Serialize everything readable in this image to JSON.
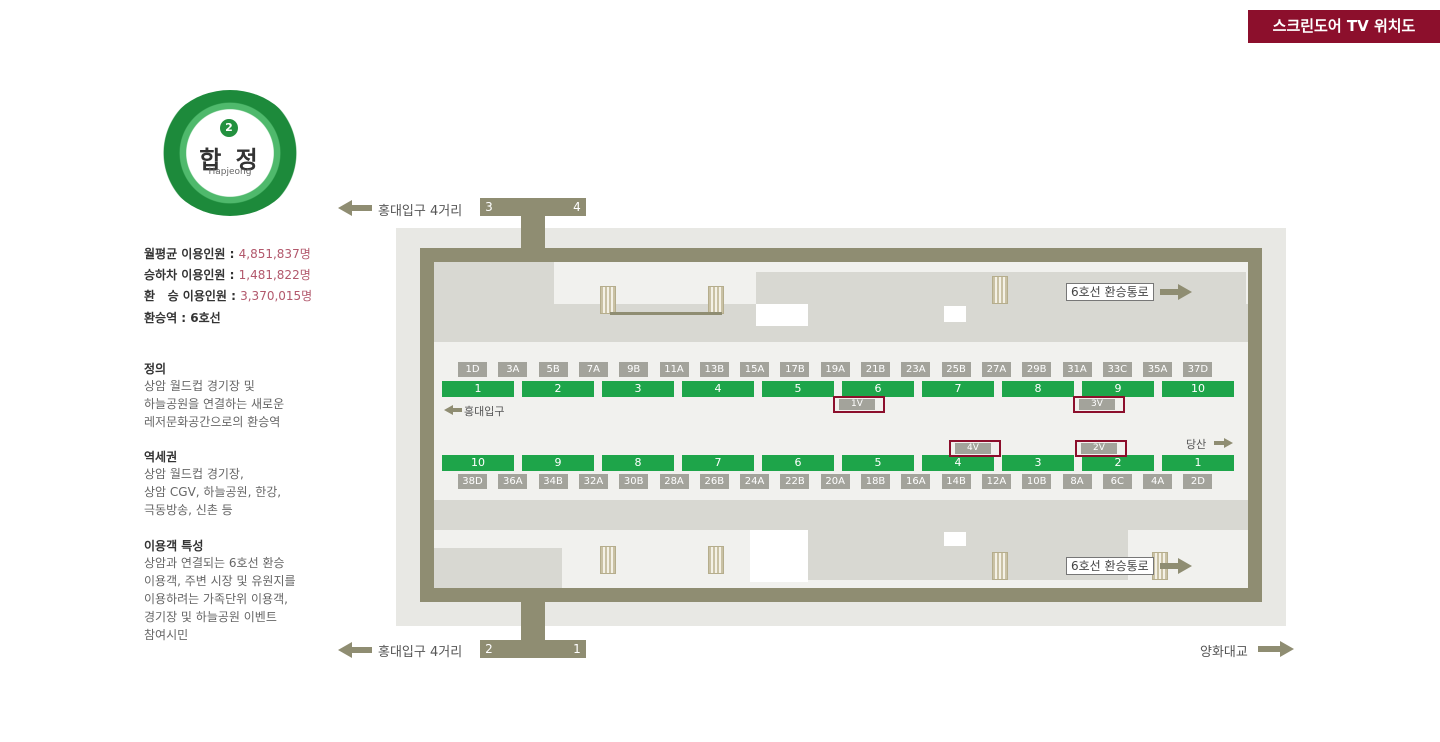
{
  "badge": "스크린도어 TV 위치도",
  "station": {
    "line": "2",
    "name_ko": "합 정",
    "name_en": "Hapjeong"
  },
  "stats": [
    {
      "label": "월평균 이용인원 : ",
      "value": "4,851,837명"
    },
    {
      "label": "승하차 이용인원 : ",
      "value": "1,481,822명"
    },
    {
      "label": "환   승 이용인원 : ",
      "value": "3,370,015명"
    },
    {
      "label": "환승역 : 6호선",
      "value": ""
    }
  ],
  "sections": [
    {
      "title": "정의",
      "lines": [
        "상암 월드컵 경기장 및",
        "하늘공원을 연결하는 새로운",
        "레저문화공간으로의 환승역"
      ]
    },
    {
      "title": "역세권",
      "lines": [
        "상암 월드컵 경기장,",
        "상암 CGV, 하늘공원, 한강,",
        "극동방송, 신촌 등"
      ]
    },
    {
      "title": "이용객 특성",
      "lines": [
        "상암과 연결되는 6호선 환승",
        "이용객, 주변 시장 및 유원지를",
        "이용하려는 가족단위 이용객,",
        "경기장 및 하늘공원 이벤트",
        "참여시민"
      ]
    }
  ],
  "map": {
    "top_exit_label": "홍대입구 4거리",
    "top_exits": [
      "3",
      "4"
    ],
    "bottom_exit_label": "홍대입구 4거리",
    "bottom_exits": [
      "2",
      "1"
    ],
    "transfer_label": "6호선  환승통로",
    "direction_left": "홍대입구",
    "direction_right": "당산",
    "bottom_right_label": "양화대교",
    "top_tv": [
      "1D",
      "3A",
      "5B",
      "7A",
      "9B",
      "11A",
      "13B",
      "15A",
      "17B",
      "19A",
      "21B",
      "23A",
      "25B",
      "27A",
      "29B",
      "31A",
      "33C",
      "35A",
      "37D"
    ],
    "top_doors": [
      "1",
      "2",
      "3",
      "4",
      "5",
      "6",
      "7",
      "8",
      "9",
      "10"
    ],
    "bottom_doors": [
      "10",
      "9",
      "8",
      "7",
      "6",
      "5",
      "4",
      "3",
      "2",
      "1"
    ],
    "bottom_tv": [
      "38D",
      "36A",
      "34B",
      "32A",
      "30B",
      "28A",
      "26B",
      "24A",
      "22B",
      "20A",
      "18B",
      "16A",
      "14B",
      "12A",
      "10B",
      "8A",
      "6C",
      "4A",
      "2D"
    ],
    "screens": [
      "1V",
      "3V",
      "4V",
      "2V"
    ],
    "colors": {
      "door": "#1ea54a",
      "frame": "#8f8d72",
      "highlight": "#8c0f2c",
      "tv": "#a3a39b"
    }
  }
}
